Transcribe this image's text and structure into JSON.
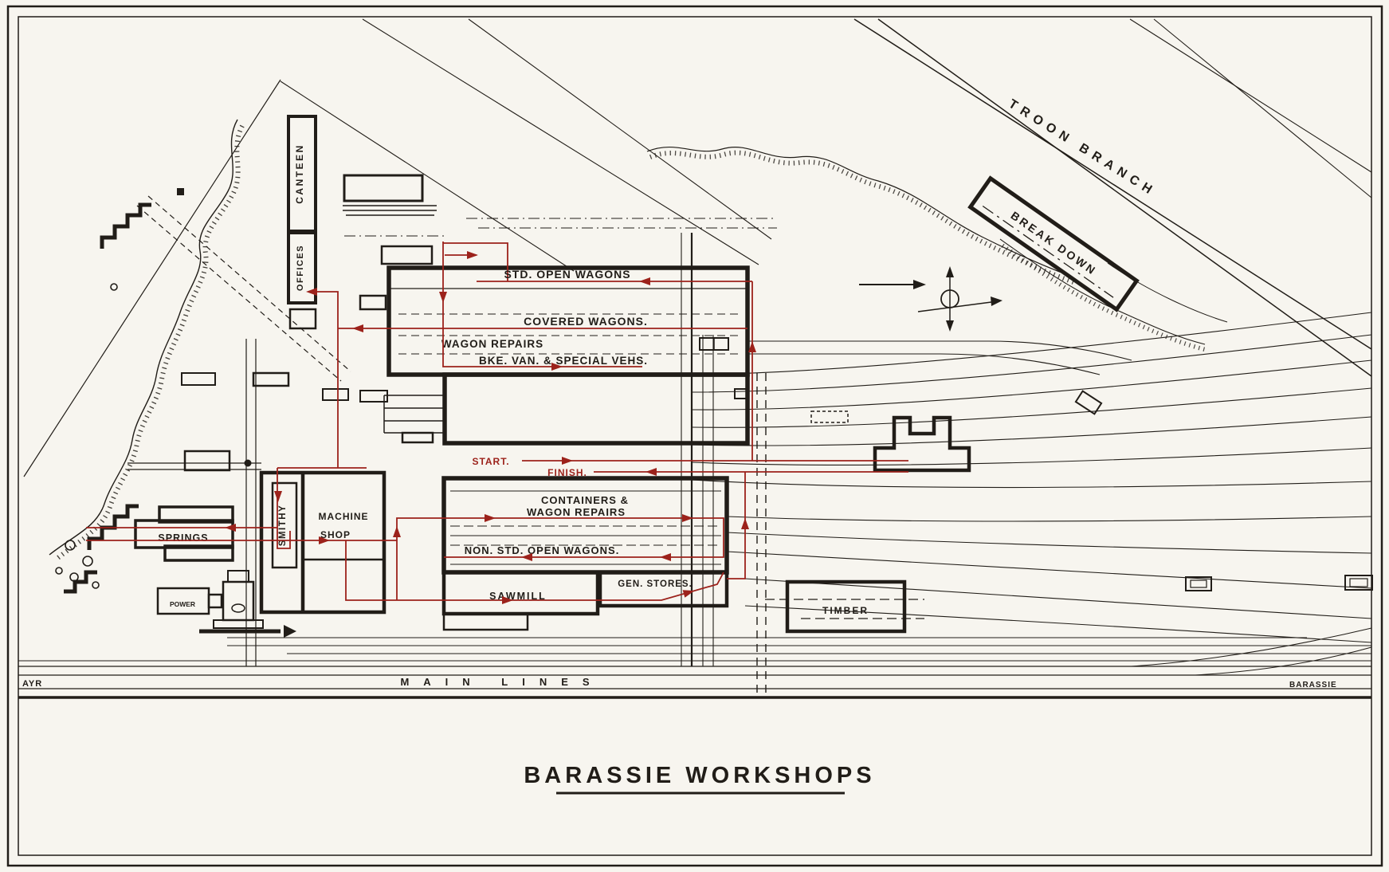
{
  "drawing": {
    "title": "BARASSIE WORKSHOPS",
    "region_labels": {
      "ayr": "AYR",
      "main_lines": "MAIN LINES",
      "barassie": "BARASSIE",
      "troon_branch": "TROON BRANCH",
      "break_down": "BREAK DOWN"
    },
    "buildings": {
      "canteen": "CANTEEN",
      "offices": "OFFICES",
      "wagon_repairs": "WAGON REPAIRS",
      "machine_shop_line1": "MACHINE",
      "machine_shop_line2": "SHOP",
      "smithy": "SMITHY",
      "springs": "SPRINGS",
      "power": "POWER",
      "sawmill": "SAWMILL",
      "gen_stores": "GEN. STORES.",
      "timber": "TIMBER"
    },
    "route_labels": {
      "std_open_wagons": "STD. OPEN WAGONS",
      "covered_wagons": "COVERED WAGONS.",
      "bke_van_special": "BKE. VAN. & SPECIAL VEHS.",
      "containers_line1": "CONTAINERS &",
      "containers_line2": "WAGON REPAIRS",
      "non_std_open_wagons": "NON. STD. OPEN WAGONS.",
      "start": "START.",
      "finish": "FINISH."
    },
    "colors": {
      "paper": "#f7f5ef",
      "ink": "#211d18",
      "route_red": "#9c221b"
    }
  }
}
